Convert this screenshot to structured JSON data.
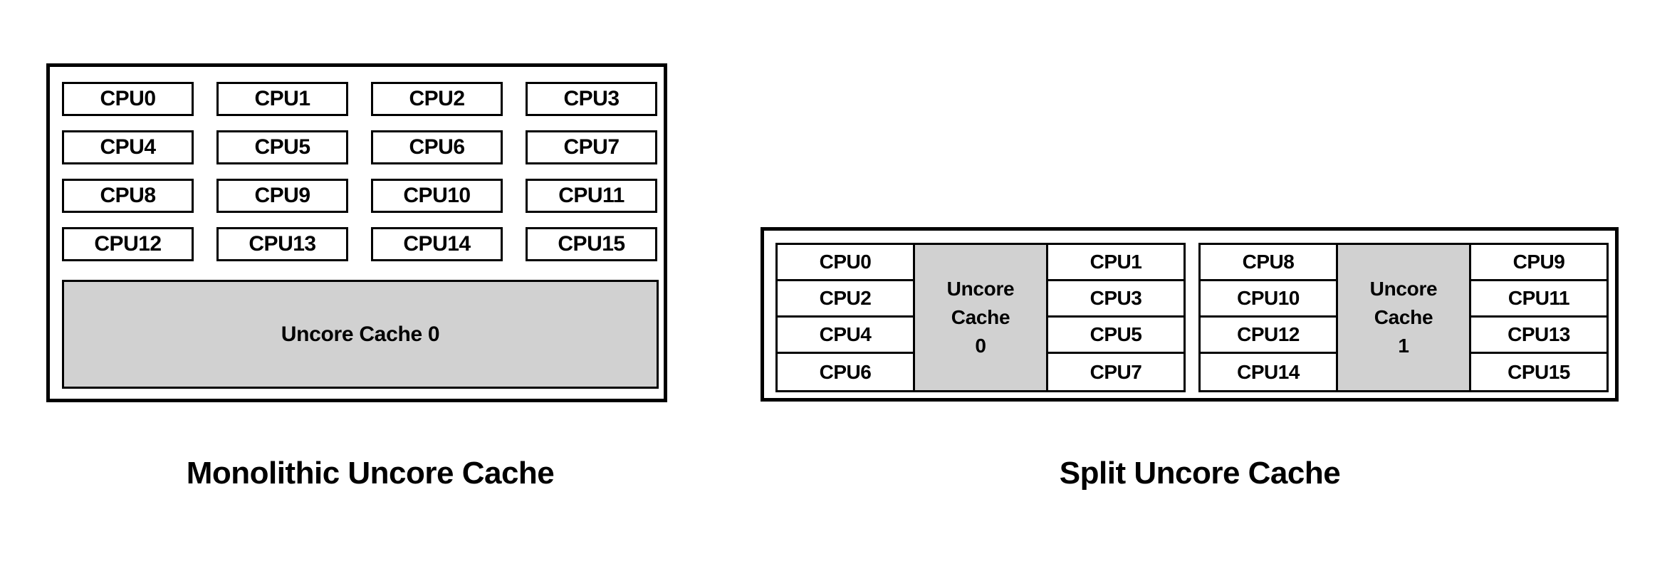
{
  "figures": [
    {
      "id": "monolithic",
      "caption": "Monolithic Uncore Cache",
      "cpus": [
        "CPU0",
        "CPU1",
        "CPU2",
        "CPU3",
        "CPU4",
        "CPU5",
        "CPU6",
        "CPU7",
        "CPU8",
        "CPU9",
        "CPU10",
        "CPU11",
        "CPU12",
        "CPU13",
        "CPU14",
        "CPU15"
      ],
      "cache": {
        "label": "Uncore Cache 0",
        "fill": "#d1d1d1"
      }
    },
    {
      "id": "split",
      "caption": "Split Uncore Cache",
      "groups": [
        {
          "left_cpus": [
            "CPU0",
            "CPU2",
            "CPU4",
            "CPU6"
          ],
          "cache_lines": [
            "Uncore",
            "Cache",
            "0"
          ],
          "right_cpus": [
            "CPU1",
            "CPU3",
            "CPU5",
            "CPU7"
          ]
        },
        {
          "left_cpus": [
            "CPU8",
            "CPU10",
            "CPU12",
            "CPU14"
          ],
          "cache_lines": [
            "Uncore",
            "Cache",
            "1"
          ],
          "right_cpus": [
            "CPU9",
            "CPU11",
            "CPU13",
            "CPU15"
          ]
        }
      ],
      "cache_fill": "#d1d1d1"
    }
  ],
  "colors": {
    "background": "#ffffff",
    "stroke": "#000000",
    "cache_fill": "#d1d1d1",
    "cpu_fill": "#ffffff"
  }
}
